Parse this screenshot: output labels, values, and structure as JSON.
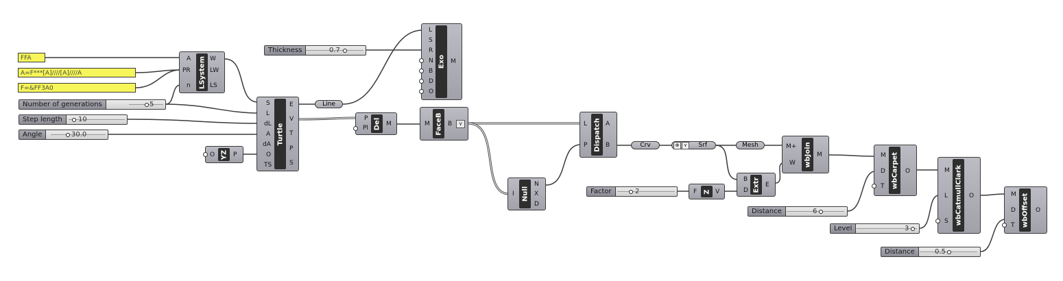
{
  "panels": {
    "axiom": "FFA",
    "rule_a": "A=F***[A]////[A]////A",
    "rule_f": "F=&FF3A0"
  },
  "sliders": {
    "generations": {
      "label": "Number of generations",
      "value": "5"
    },
    "step": {
      "label": "Step length",
      "value": "10"
    },
    "angle": {
      "label": "Angle",
      "value": "30.0"
    },
    "thickness": {
      "label": "Thickness",
      "value": "0.7"
    },
    "factor": {
      "label": "Factor",
      "value": "2"
    },
    "distance1": {
      "label": "Distance",
      "value": "6"
    },
    "level": {
      "label": "Level",
      "value": "3"
    },
    "distance2": {
      "label": "Distance",
      "value": "0.5"
    }
  },
  "components": {
    "lsystem": {
      "name": "LSystem",
      "inputs": [
        "A",
        "PR",
        "n"
      ],
      "outputs": [
        "W",
        "LW",
        "LS"
      ]
    },
    "turtle": {
      "name": "Turtle",
      "inputs": [
        "S",
        "L",
        "dL",
        "A",
        "dA",
        "O",
        "TS"
      ],
      "outputs": [
        "E",
        "V",
        "T",
        "P",
        "S"
      ]
    },
    "yz": {
      "name": "YZ",
      "inputs": [
        "O"
      ],
      "outputs": [
        "P"
      ]
    },
    "exo": {
      "name": "Exo",
      "inputs": [
        "L",
        "S",
        "R",
        "N",
        "B",
        "D",
        "O"
      ],
      "outputs": [
        "M"
      ]
    },
    "del": {
      "name": "Del",
      "inputs": [
        "P",
        "Pl"
      ],
      "outputs": [
        "M"
      ]
    },
    "faceb": {
      "name": "FaceB",
      "inputs": [
        "M"
      ],
      "outputs": [
        "B"
      ]
    },
    "null": {
      "name": "Null",
      "inputs": [
        "I"
      ],
      "outputs": [
        "N",
        "X",
        "D"
      ]
    },
    "dispatch": {
      "name": "Dispatch",
      "inputs": [
        "L",
        "P"
      ],
      "outputs": [
        "A",
        "B"
      ]
    },
    "z": {
      "name": "Z",
      "inputs": [
        "F"
      ],
      "outputs": [
        "V"
      ]
    },
    "extr": {
      "name": "Extr",
      "inputs": [
        "B",
        "D"
      ],
      "outputs": [
        "E"
      ]
    },
    "wbjoin": {
      "name": "wbJoin",
      "inputs": [
        "M+",
        "W"
      ],
      "outputs": [
        "M"
      ]
    },
    "wbcarpet": {
      "name": "wbCarpet",
      "inputs": [
        "M",
        "D",
        "T"
      ],
      "outputs": [
        "O"
      ]
    },
    "wbcatmull": {
      "name": "wbCatmullClark",
      "inputs": [
        "M",
        "L",
        "S"
      ],
      "outputs": [
        "O"
      ]
    },
    "wboffset": {
      "name": "wbOffset",
      "inputs": [
        "M",
        "D",
        "T"
      ],
      "outputs": [
        "O"
      ]
    }
  },
  "relays": {
    "line": "Line",
    "crv": "Crv",
    "srf": "Srf",
    "mesh": "Mesh"
  },
  "colors": {
    "panel_yellow": "#f6f65a",
    "component_grey": "#a9a9b1",
    "component_bar": "#2e2e2e",
    "wire": "#3a3a3a"
  }
}
